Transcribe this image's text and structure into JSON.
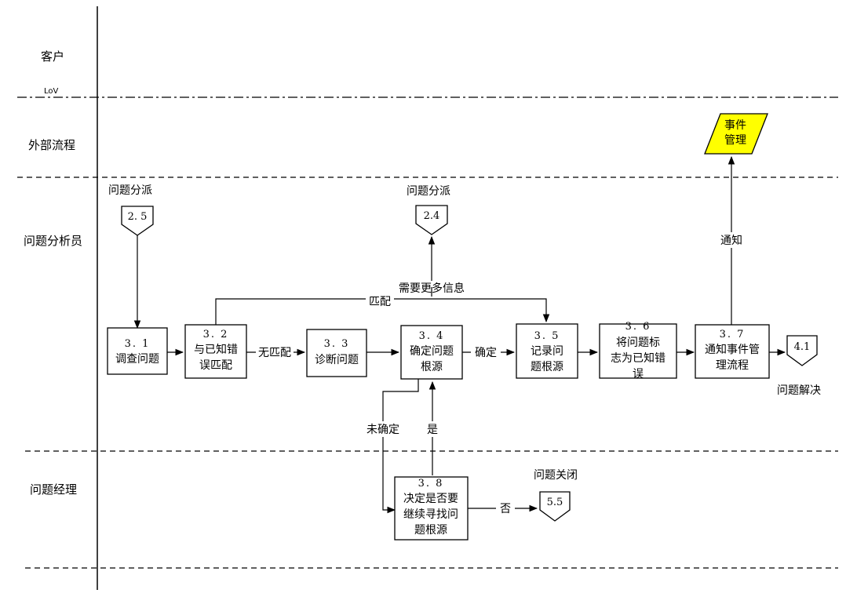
{
  "lanes": {
    "customer": "客户",
    "lov": "LoV",
    "external": "外部流程",
    "analyst": "问题分析员",
    "manager": "问题经理"
  },
  "steps": {
    "s31": {
      "num": "3. 1",
      "line1": "调查问题"
    },
    "s32": {
      "num": "3. 2",
      "line1": "与已知错",
      "line2": "误匹配"
    },
    "s33": {
      "num": "3. 3",
      "line1": "诊断问题"
    },
    "s34": {
      "num": "3. 4",
      "line1": "确定问题",
      "line2": "根源"
    },
    "s35": {
      "num": "3. 5",
      "line1": "记录问",
      "line2": "题根源"
    },
    "s36": {
      "num": "3. 6",
      "line1": "将问题标",
      "line2": "志为已知错",
      "line3": "误"
    },
    "s37": {
      "num": "3. 7",
      "line1": "通知事件管",
      "line2": "理流程"
    },
    "s38": {
      "num": "3. 8",
      "line1": "决定是否要",
      "line2": "继续寻找问",
      "line3": "题根源"
    }
  },
  "event_mgmt": {
    "line1": "事件",
    "line2": "管理",
    "color": "#ffff00"
  },
  "connectors": {
    "c25": {
      "label": "2. 5",
      "caption": "问题分派"
    },
    "c24": {
      "label": "2.4",
      "caption": "问题分派"
    },
    "c41": {
      "label": "4.1",
      "caption": "问题解决"
    },
    "c55": {
      "label": "5.5",
      "caption": "问题关闭"
    }
  },
  "edges": {
    "match": "匹配",
    "no_match": "无匹配",
    "need_more": "需要更多信息",
    "determined": "确定",
    "undetermined": "未确定",
    "yes": "是",
    "no": "否",
    "notify": "通知"
  }
}
